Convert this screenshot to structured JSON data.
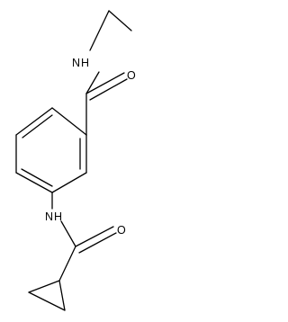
{
  "molecule": {
    "atoms": {
      "amide_top_N": "N",
      "amide_top_H": "H",
      "amide_top_O": "O",
      "amide_bottom_N": "N",
      "amide_bottom_H": "H",
      "amide_bottom_O": "O"
    }
  }
}
